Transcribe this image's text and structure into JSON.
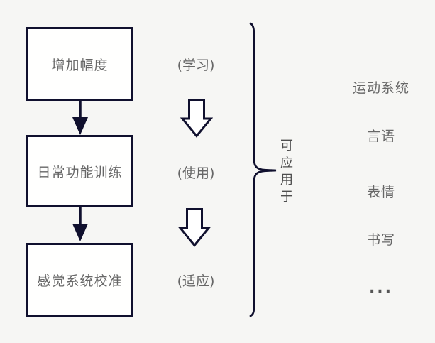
{
  "colors": {
    "background": "#f6f6f4",
    "ink": "#10102e",
    "text": "#676767",
    "label_dark": "#4d4d4d",
    "box_fill": "#fffffe"
  },
  "flow": {
    "steps": [
      {
        "label": "增加幅度",
        "annotation": "(学习)"
      },
      {
        "label": "日常功能训练",
        "annotation": "(使用)"
      },
      {
        "label": "感觉系统校准",
        "annotation": "(适应)"
      }
    ]
  },
  "brace": {
    "label": "可应用于"
  },
  "applications": {
    "items": [
      "运动系统",
      "言语",
      "表情",
      "书写",
      "..."
    ]
  }
}
